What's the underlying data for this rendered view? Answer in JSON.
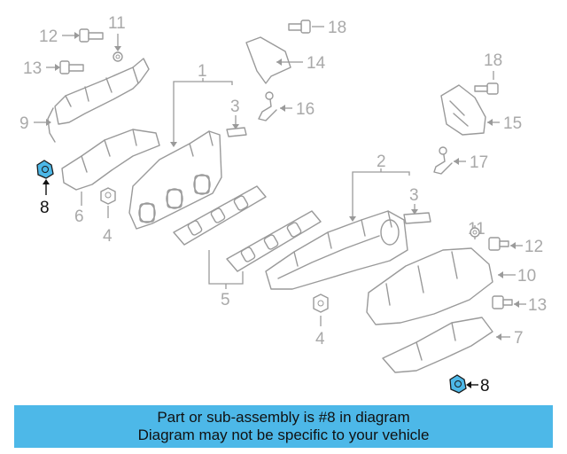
{
  "diagram": {
    "callouts": {
      "c1": "1",
      "c2": "2",
      "c3a": "3",
      "c3b": "3",
      "c4a": "4",
      "c4b": "4",
      "c5": "5",
      "c6": "6",
      "c7": "7",
      "c8a": "8",
      "c8b": "8",
      "c9": "9",
      "c10": "10",
      "c11a": "11",
      "c11b": "11",
      "c12a": "12",
      "c12b": "12",
      "c13a": "13",
      "c13b": "13",
      "c14": "14",
      "c15": "15",
      "c16": "16",
      "c17": "17",
      "c18a": "18",
      "c18b": "18"
    },
    "highlight_color": "#4db8e8"
  },
  "banner": {
    "line1": "Part or sub-assembly is #8 in diagram",
    "line2": "Diagram may not be specific to your vehicle"
  }
}
